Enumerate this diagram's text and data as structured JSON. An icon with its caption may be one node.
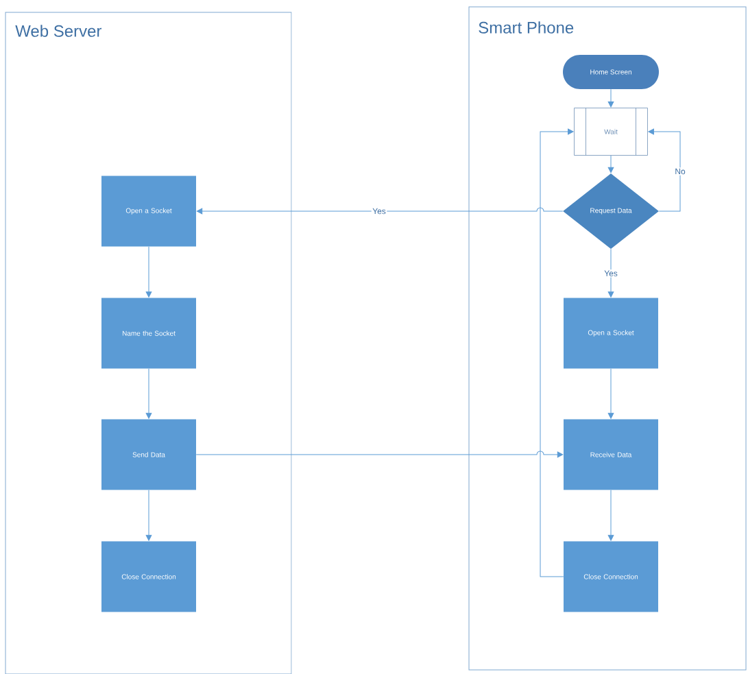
{
  "diagram": {
    "nodes": [
      {
        "text": [
          "Web Server"
        ]
      },
      {
        "text": [
          "Open a Socket"
        ],
        "in": 0
      },
      {
        "text": [
          "Name the Socket"
        ],
        "in": 0
      },
      {
        "text": [
          "Send Data"
        ],
        "in": 0
      },
      {
        "text": [
          "Close Connection"
        ],
        "in": 0
      },
      {
        "text": [
          "Smart Phone"
        ]
      },
      {
        "text": [
          "Home Screen"
        ],
        "in": 5
      },
      {
        "text": [
          "Wait"
        ],
        "in": 5
      },
      {
        "text": [
          "Request Data"
        ],
        "in": 5
      },
      {
        "text": [
          "Open a Socket"
        ],
        "in": 5
      },
      {
        "text": [
          "Receive Data"
        ],
        "in": 5
      },
      {
        "text": [
          "Close Connection"
        ],
        "in": 5
      }
    ],
    "edges": [
      {
        "from": 1,
        "to": 2,
        "arrow": "to"
      },
      {
        "from": 2,
        "to": 3,
        "arrow": "to"
      },
      {
        "from": 3,
        "to": 4,
        "arrow": "to"
      },
      {
        "from": 6,
        "to": 7,
        "arrow": "to"
      },
      {
        "from": 7,
        "to": 8,
        "arrow": "to"
      },
      {
        "from": 8,
        "to": 7,
        "arrow": "to",
        "label": "No"
      },
      {
        "from": 8,
        "to": 1,
        "arrow": "to",
        "label": "Yes"
      },
      {
        "from": 8,
        "to": 9,
        "arrow": "to",
        "label": "Yes"
      },
      {
        "from": 9,
        "to": 10,
        "arrow": "to"
      },
      {
        "from": 3,
        "to": 10,
        "arrow": "to"
      },
      {
        "from": 10,
        "to": 11,
        "arrow": "to"
      },
      {
        "from": 11,
        "to": 7,
        "arrow": "to"
      }
    ]
  }
}
